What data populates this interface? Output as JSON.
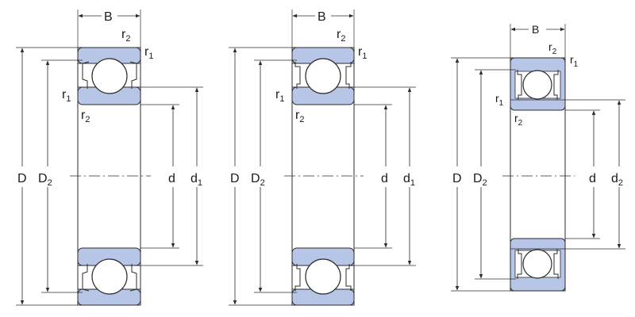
{
  "labels": {
    "B": "B",
    "r": "r",
    "r1_sub": "1",
    "r2_sub": "2",
    "D": "D",
    "D2_main": "D",
    "D2_sub": "2",
    "d": "d",
    "d1_main": "d",
    "d1_sub": "1",
    "d2_main": "d",
    "d2_sub": "2"
  }
}
